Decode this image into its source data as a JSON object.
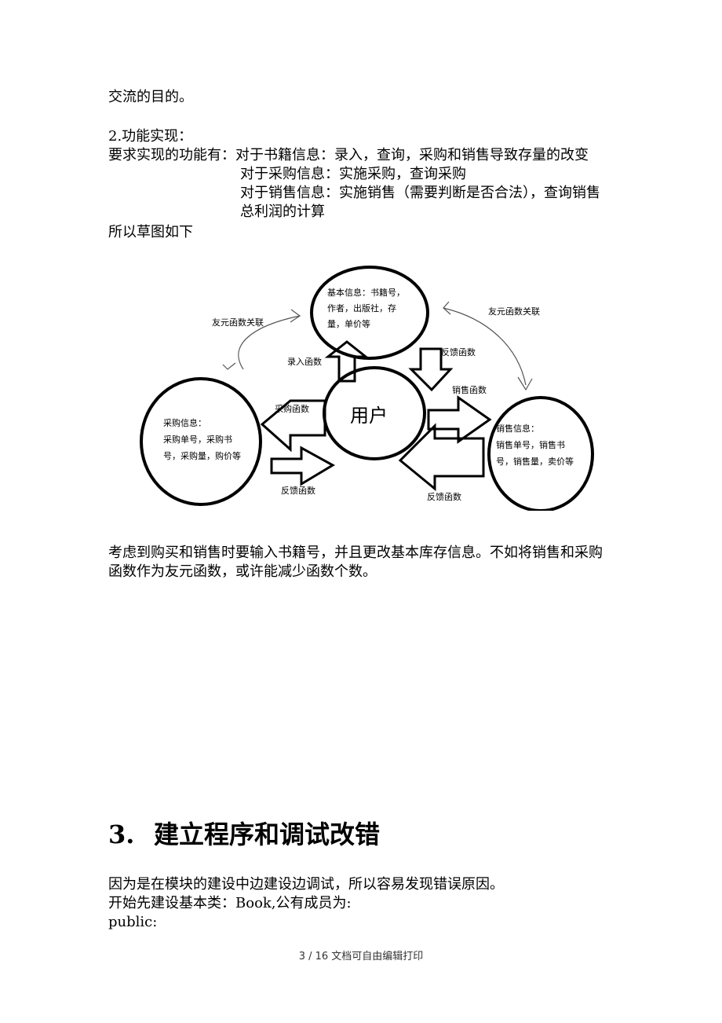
{
  "body": {
    "line1": "交流的目的。",
    "line2": "2.功能实现：",
    "line3": "要求实现的功能有：对于书籍信息：录入，查询，采购和销售导致存量的改变",
    "line4": "对于采购信息：实施采购，查询采购",
    "line5": "对于销售信息：实施销售（需要判断是否合法），查询销售",
    "line6": "总利润的计算",
    "line7": "所以草图如下",
    "line8": "考虑到购买和销售时要输入书籍号，并且更改基本库存信息。不如将销售和采购",
    "line9": "函数作为友元函数，或许能减少函数个数。"
  },
  "diagram": {
    "basic_info": [
      "基本信息：书籍号，",
      "作者，出版社，存",
      "量，单价等"
    ],
    "purchase_info": [
      "采购信息：",
      "采购单号，采购书",
      "号，采购量，购价等"
    ],
    "sales_info": [
      "销售信息：",
      "销售单号，销售书",
      "号，销售量，卖价等"
    ],
    "user": "用户",
    "friend_left": "友元函数关联",
    "friend_right": "友元函数关联",
    "input_func": "录入函数",
    "feedback_top": "反馈函数",
    "purchase_func": "采购函数",
    "feedback_left": "反馈函数",
    "sales_func": "销售函数",
    "feedback_right": "反馈函数"
  },
  "section3": {
    "number": "3.",
    "title": "建立程序和调试改错",
    "line1": "因为是在模块的建设中边建设边调试，所以容易发现错误原因。",
    "line2": "开始先建设基本类：Book,公有成员为:",
    "line3": "public:"
  },
  "footer": "3 / 16 文档可自由编辑打印"
}
